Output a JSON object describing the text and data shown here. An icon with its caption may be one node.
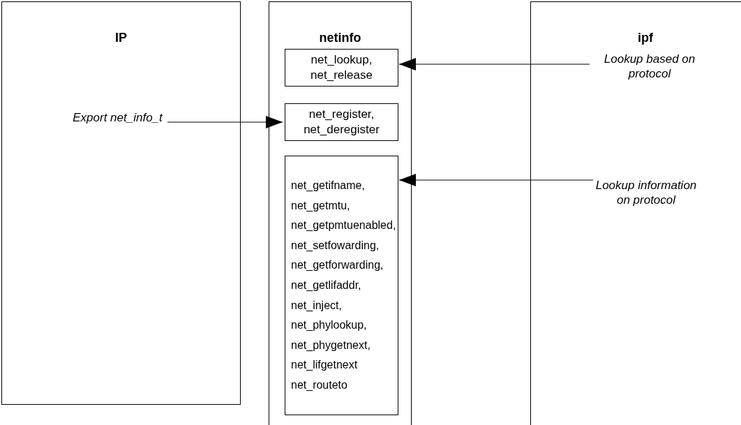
{
  "diagram": {
    "nodes": [
      {
        "text": [
          "IP"
        ]
      },
      {
        "text": [
          "Export net_info_t"
        ],
        "in": 0
      },
      {
        "text": [
          "netinfo"
        ]
      },
      {
        "text": [
          "net_lookup, net_release"
        ],
        "in": 2
      },
      {
        "text": [
          "net_register, net_deregister"
        ],
        "in": 2
      },
      {
        "text": [
          "net_getifname, net_getmtu, net_getpmtuenabled, net_setfowarding, net_getforwarding, net_getlifaddr, net_inject, net_phylookup, net_phygetnext, net_lifgetnext net_routeto"
        ],
        "in": 2
      },
      {
        "text": [
          "ipf"
        ]
      },
      {
        "text": [
          "Lookup based on protocol"
        ],
        "in": 6
      },
      {
        "text": [
          "Lookup information on protocol"
        ],
        "in": 6
      }
    ],
    "edges": [
      {
        "from": 1,
        "to": 4,
        "arrow": "to"
      },
      {
        "from": 7,
        "to": 3,
        "arrow": "to"
      },
      {
        "from": 8,
        "to": 5,
        "arrow": "to"
      }
    ]
  }
}
